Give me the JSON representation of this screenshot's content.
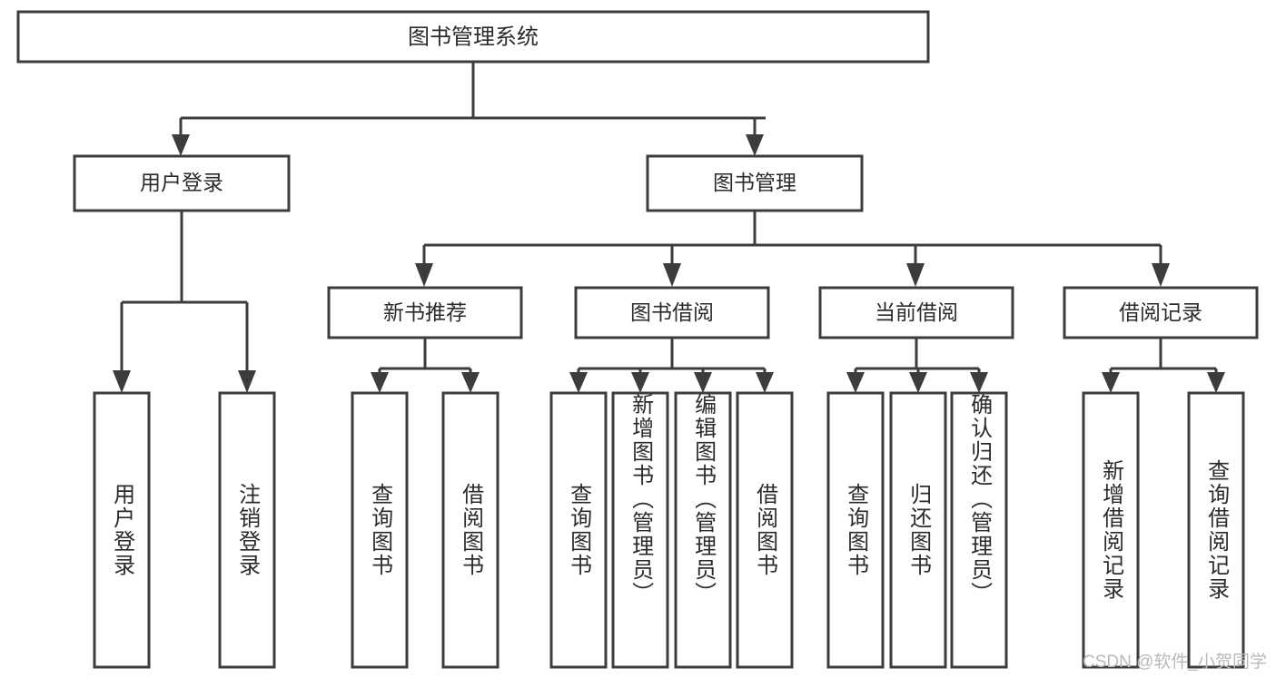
{
  "diagram": {
    "type": "hierarchy-tree",
    "title": "图书管理系统",
    "watermark": "CSDN @软件_小贺同学",
    "colors": {
      "stroke": "#3c3c3c",
      "fill": "#ffffff",
      "text": "#2b2b2b",
      "watermark": "#b9b9b9"
    },
    "levels": {
      "root": {
        "label": "图书管理系统"
      },
      "level2": [
        {
          "id": "user-login",
          "label": "用户登录"
        },
        {
          "id": "book-manage",
          "label": "图书管理"
        }
      ],
      "level3": [
        {
          "id": "new-book-recommend",
          "label": "新书推荐",
          "parent": "book-manage"
        },
        {
          "id": "book-borrow",
          "label": "图书借阅",
          "parent": "book-manage"
        },
        {
          "id": "current-borrow",
          "label": "当前借阅",
          "parent": "book-manage"
        },
        {
          "id": "borrow-record",
          "label": "借阅记录",
          "parent": "book-manage"
        }
      ],
      "leaves": [
        {
          "id": "leaf-user-login",
          "label": "用户登录",
          "parent": "user-login"
        },
        {
          "id": "leaf-user-logout",
          "label": "注销登录",
          "parent": "user-login"
        },
        {
          "id": "leaf-query-book-1",
          "label": "查询图书",
          "parent": "new-book-recommend"
        },
        {
          "id": "leaf-borrow-book-1",
          "label": "借阅图书",
          "parent": "new-book-recommend"
        },
        {
          "id": "leaf-query-book-2",
          "label": "查询图书",
          "parent": "book-borrow"
        },
        {
          "id": "leaf-add-book",
          "label": "新增图书（管理员）",
          "parent": "book-borrow"
        },
        {
          "id": "leaf-edit-book",
          "label": "编辑图书（管理员）",
          "parent": "book-borrow"
        },
        {
          "id": "leaf-borrow-book-2",
          "label": "借阅图书",
          "parent": "book-borrow"
        },
        {
          "id": "leaf-query-book-3",
          "label": "查询图书",
          "parent": "current-borrow"
        },
        {
          "id": "leaf-return-book",
          "label": "归还图书",
          "parent": "current-borrow"
        },
        {
          "id": "leaf-confirm-return",
          "label": "确认归还（管理员）",
          "parent": "current-borrow"
        },
        {
          "id": "leaf-add-record",
          "label": "新增借阅记录",
          "parent": "borrow-record"
        },
        {
          "id": "leaf-query-record",
          "label": "查询借阅记录",
          "parent": "borrow-record"
        }
      ]
    }
  }
}
